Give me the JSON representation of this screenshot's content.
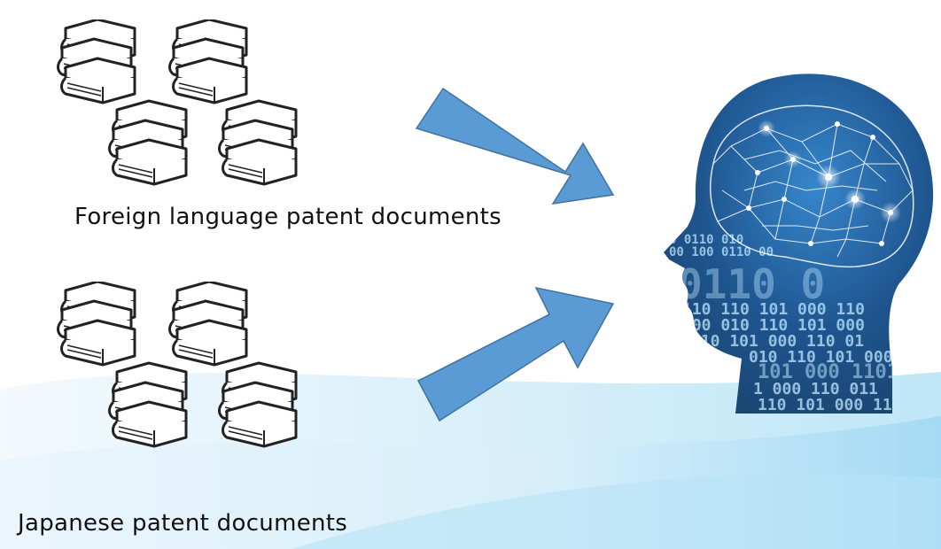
{
  "groups": [
    {
      "id": "foreign",
      "label": "Foreign language patent documents"
    },
    {
      "id": "japanese",
      "label": "Japanese patent documents"
    }
  ],
  "icons": {
    "books": "books-icon",
    "arrow": "right-arrow-icon",
    "head": "ai-brain-head-icon"
  },
  "colors": {
    "arrow_fill": "#5b9bd5",
    "arrow_stroke": "#41719c",
    "head_dark": "#0d3c7a",
    "head_light": "#7fd0f2"
  }
}
